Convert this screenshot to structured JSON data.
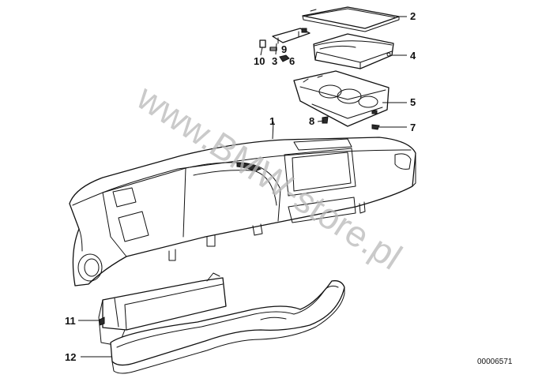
{
  "diagram": {
    "callouts": {
      "c1": "1",
      "c2": "2",
      "c3": "3",
      "c4": "4",
      "c5": "5",
      "c6": "6",
      "c7": "7",
      "c8": "8",
      "c9": "9",
      "c10": "10",
      "c11": "11",
      "c12": "12"
    },
    "document_number": "00006571",
    "watermark": "www.BMW-store.pl"
  }
}
